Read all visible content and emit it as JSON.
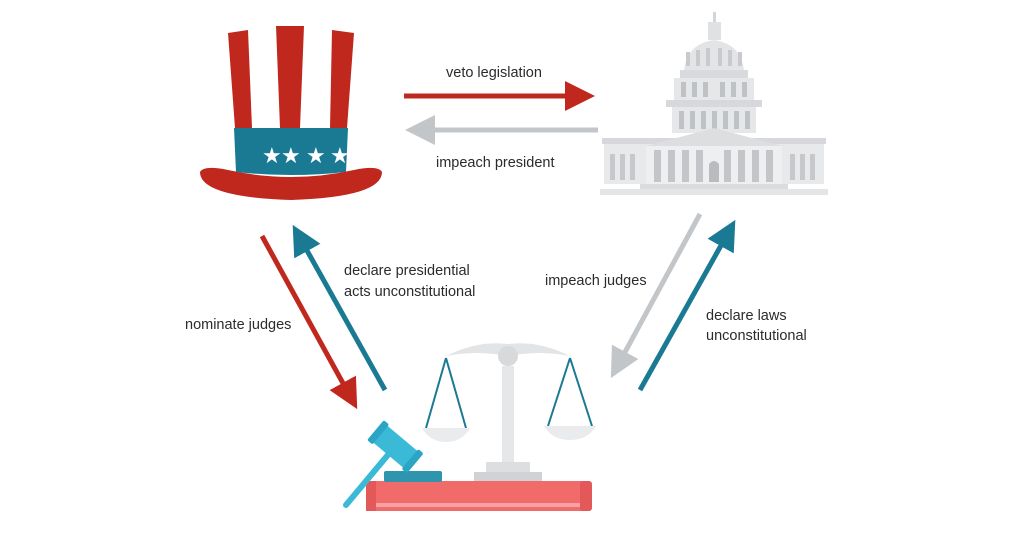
{
  "diagram": {
    "branches": [
      {
        "id": "executive",
        "icon": "uncle-sam-hat-icon"
      },
      {
        "id": "legislative",
        "icon": "capitol-building-icon"
      },
      {
        "id": "judicial",
        "icon": "scales-gavel-book-icon"
      }
    ],
    "relations": {
      "veto": {
        "label": "veto legislation",
        "color": "#c0281e"
      },
      "impeach_president": {
        "label": "impeach president",
        "color": "#c3c6c9"
      },
      "declare_presidential": {
        "line1": "declare presidential",
        "line2": "acts unconstitutional",
        "color": "#1a7a93"
      },
      "nominate": {
        "label": "nominate judges",
        "color": "#c0281e"
      },
      "impeach_judges": {
        "label": "impeach judges",
        "color": "#c3c6c9"
      },
      "declare_laws": {
        "line1": "declare laws",
        "line2": "unconstitutional",
        "color": "#1a7a93"
      }
    }
  },
  "colors": {
    "red": "#c0281e",
    "blue": "#1a7a93",
    "gray": "#c3c6c9",
    "building": "#e6e7e9",
    "book": "#f26b6b",
    "gavel": "#3bbad8"
  }
}
